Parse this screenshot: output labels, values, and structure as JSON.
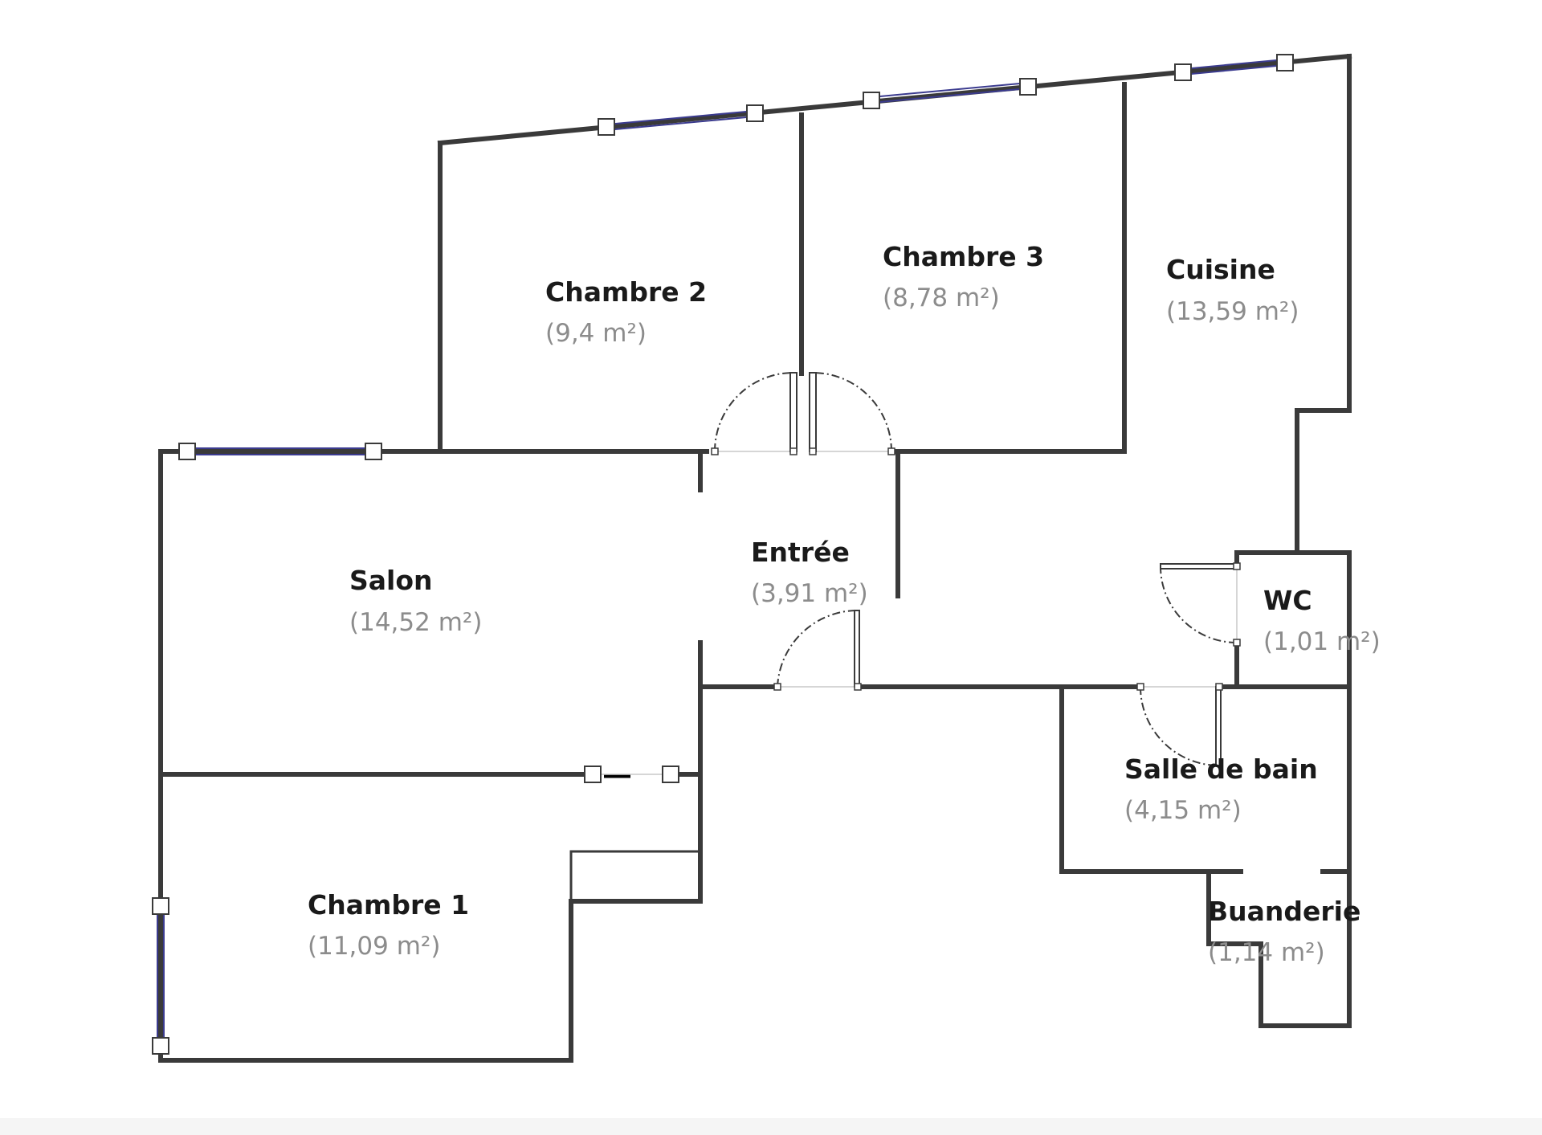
{
  "rooms": [
    {
      "id": "chambre-2",
      "name": "Chambre 2",
      "area": "(9,4 m²)"
    },
    {
      "id": "chambre-3",
      "name": "Chambre 3",
      "area": "(8,78 m²)"
    },
    {
      "id": "cuisine",
      "name": "Cuisine",
      "area": "(13,59 m²)"
    },
    {
      "id": "salon",
      "name": "Salon",
      "area": "(14,52 m²)"
    },
    {
      "id": "entree",
      "name": "Entrée",
      "area": "(3,91 m²)"
    },
    {
      "id": "wc",
      "name": "WC",
      "area": "(1,01 m²)"
    },
    {
      "id": "salle-de-bain",
      "name": "Salle de bain",
      "area": "(4,15 m²)"
    },
    {
      "id": "chambre-1",
      "name": "Chambre 1",
      "area": "(11,09 m²)"
    },
    {
      "id": "buanderie",
      "name": "Buanderie",
      "area": "(1,14 m²)"
    }
  ],
  "colors": {
    "wall": "#3a3a3a",
    "window": "#3b3b8f",
    "room_name": "#1a1a1a",
    "room_area": "#8c8c8c"
  }
}
